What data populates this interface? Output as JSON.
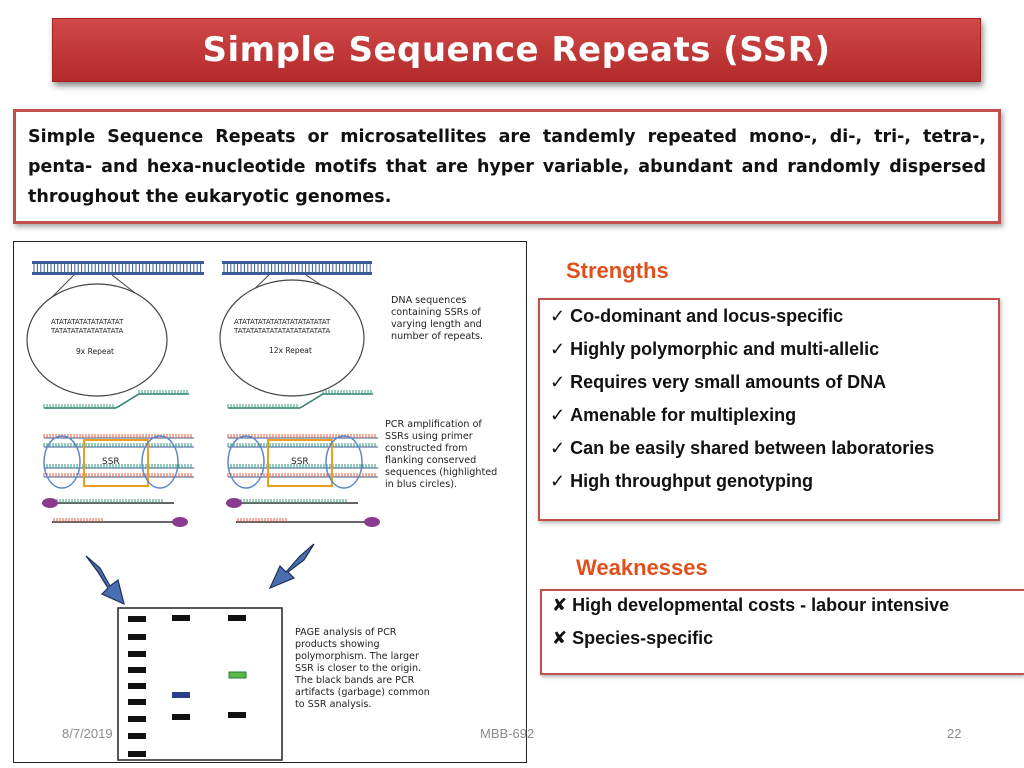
{
  "slide": {
    "title": "Simple Sequence Repeats (SSR)",
    "intro": "Simple Sequence Repeats or microsatellites are tandemly repeated mono-, di-, tri-, tetra-, penta- and hexa-nucleotide motifs that are hyper variable, abundant and randomly dispersed throughout the eukaryotic genomes."
  },
  "figure": {
    "seq_left_line1": "ATATATATATATATATAT",
    "seq_left_line2": "TATATATATATATATATA",
    "repeat_left": "9x Repeat",
    "seq_right_line1": "ATATATATATATATATATATATAT",
    "seq_right_line2": "TATATATATATATATATATATATA",
    "repeat_right": "12x Repeat",
    "ssr_label_left": "SSR",
    "ssr_label_right": "SSR",
    "caption1": "DNA sequences containing SSRs of varying length and number of repeats.",
    "caption2": "PCR amplification of SSRs using primer constructed from flanking conserved sequences (highlighted in blus circles).",
    "caption3": "PAGE analysis of PCR products showing polymorphism. The larger SSR is closer to the origin. The black bands are PCR artifacts (garbage) common to SSR analysis."
  },
  "strengths": {
    "heading": "Strengths",
    "check_glyph": "✓",
    "items": [
      "Co-dominant and locus-specific",
      "Highly polymorphic and multi-allelic",
      "Requires very small amounts of DNA",
      "Amenable for multiplexing",
      "Can be easily shared between laboratories",
      "High throughput genotyping"
    ]
  },
  "weaknesses": {
    "heading": "Weaknesses",
    "cross_glyph": "✘",
    "items": [
      "High developmental costs - labour intensive",
      "Species-specific"
    ]
  },
  "footer": {
    "date": "8/7/2019",
    "course": "MBB-692",
    "page": "22"
  },
  "colors": {
    "title_bar": "#c0392b",
    "box_border": "#c0504d",
    "heading": "#e0501c"
  }
}
